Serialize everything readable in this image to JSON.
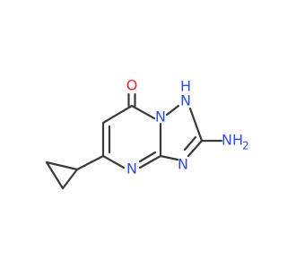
{
  "molecule": {
    "atoms": {
      "O": {
        "symbol": "O",
        "color": "#e8262a"
      },
      "NH_ring": {
        "symbol": "N",
        "hydrogen": "H",
        "color": "#2f4de0"
      },
      "NH2": {
        "symbol": "NH",
        "subscript": "2",
        "color": "#2f4de0"
      },
      "N_triazole": {
        "symbol": "N",
        "color": "#2f4de0"
      },
      "N_pyrimidine": {
        "symbol": "N",
        "color": "#2f4de0"
      }
    }
  }
}
